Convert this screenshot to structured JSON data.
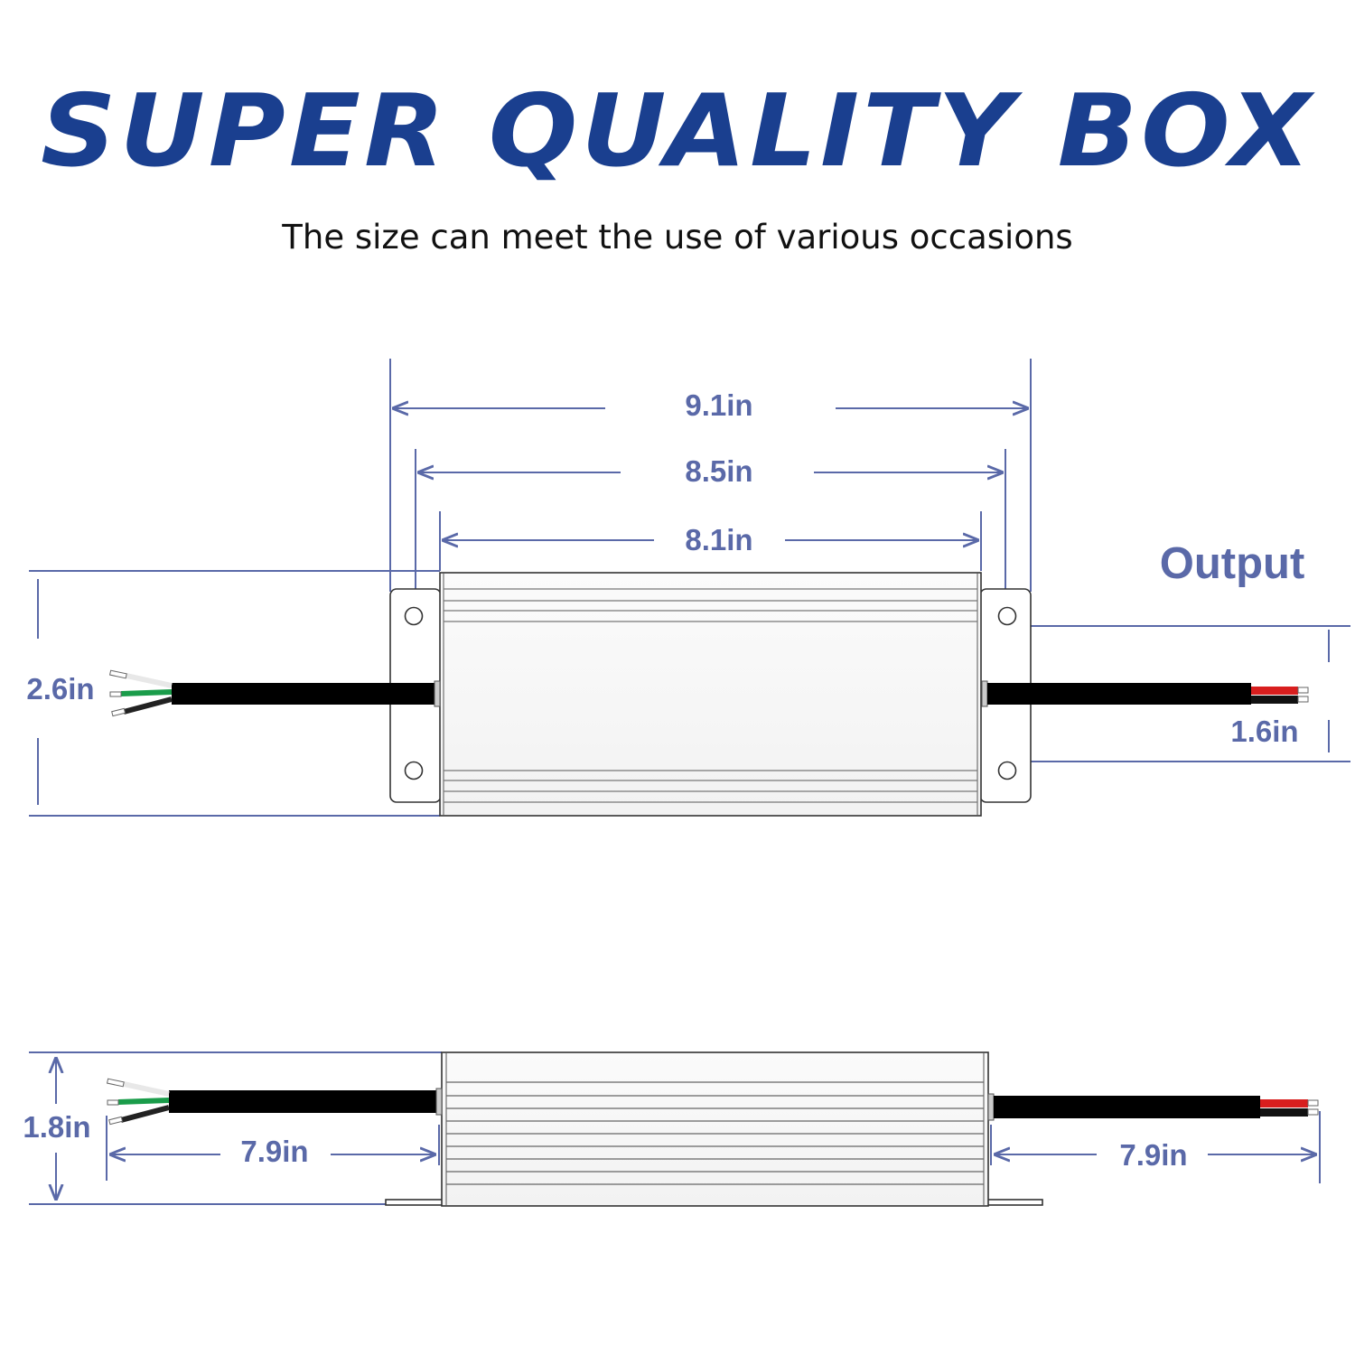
{
  "header": {
    "title": "SUPER QUALITY BOX",
    "subtitle": "The size can meet the use of various occasions"
  },
  "top_view": {
    "overall_length": "9.1in",
    "mounting_hole_spacing": "8.5in",
    "body_length": "8.1in",
    "width": "2.6in",
    "output_label": "Output",
    "hole_gap": "1.6in"
  },
  "side_view": {
    "height": "1.8in",
    "input_cable_length": "7.9in",
    "output_cable_length": "7.9in"
  },
  "colors": {
    "title": "#1a3f8f",
    "dimension": "#5a69a8",
    "outline": "#333333",
    "cable": "#000000",
    "wire_green": "#1a9c4a",
    "wire_red": "#d81e1e",
    "wire_white": "#eeeeee"
  }
}
